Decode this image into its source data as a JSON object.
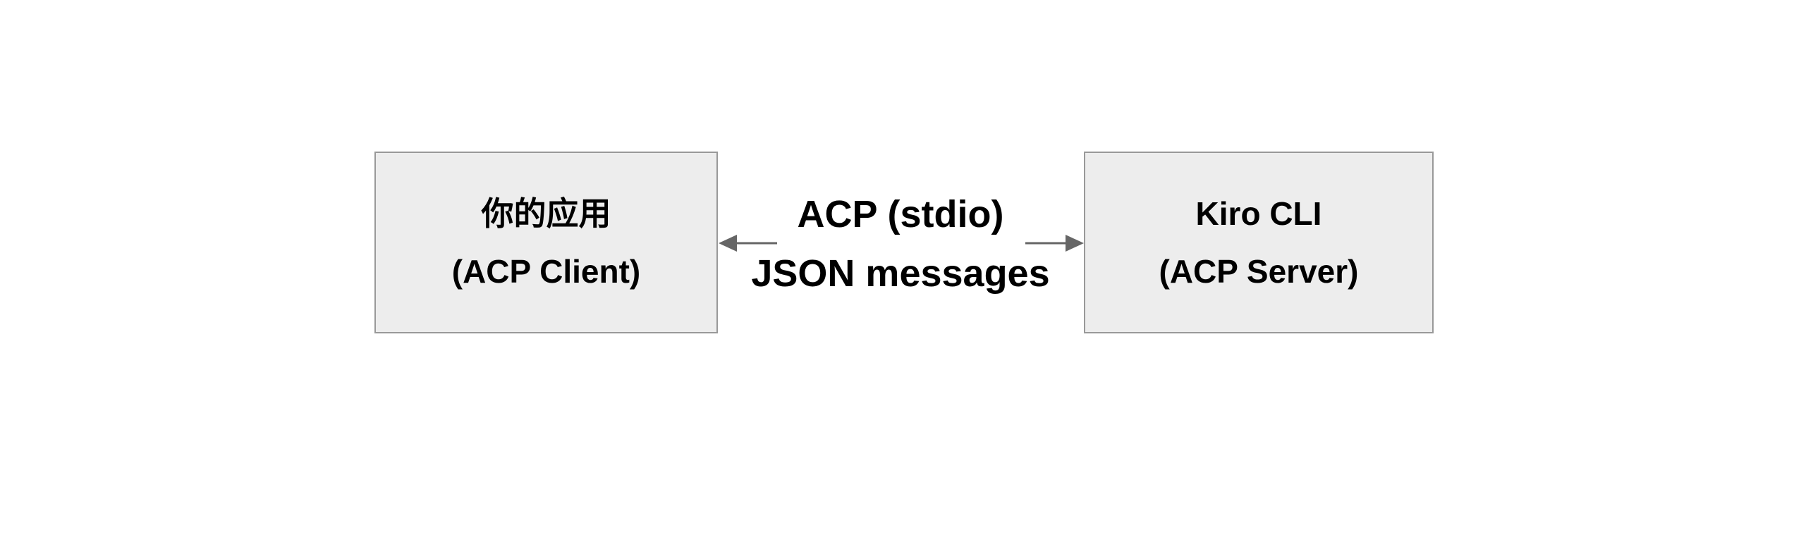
{
  "diagram": {
    "colors": {
      "background": "#ffffff",
      "node_fill": "#ededed",
      "node_border": "#999999",
      "arrow": "#666666",
      "text": "#000000"
    },
    "nodes": [
      {
        "id": "acp-client",
        "line1": "你的应用",
        "line2": "(ACP Client)"
      },
      {
        "id": "acp-server",
        "line1": "Kiro CLI",
        "line2": "(ACP Server)"
      }
    ],
    "connection": {
      "line1": "ACP (stdio)",
      "line2": "JSON messages",
      "direction": "bidirectional",
      "icons": [
        {
          "name": "left-arrow-icon",
          "glyph": "←"
        },
        {
          "name": "right-arrow-icon",
          "glyph": "→"
        }
      ]
    }
  }
}
